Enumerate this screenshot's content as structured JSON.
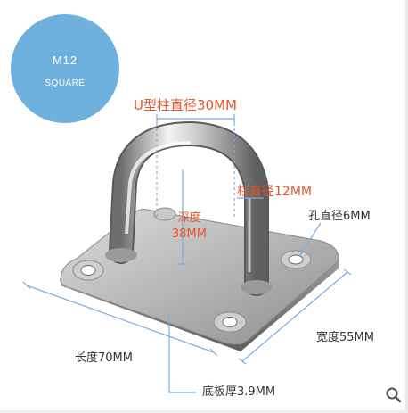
{
  "badge": {
    "size": "M12",
    "shape": "SQUARE",
    "color": "#6fb0df"
  },
  "labels": {
    "u_post_diameter": "U型柱直径30MM",
    "post_diameter": "柱直径12MM",
    "depth_line1": "深度",
    "depth_line2": "38MM",
    "hole_diameter": "孔直径6MM",
    "width": "宽度55MM",
    "length": "长度70MM",
    "base_thickness": "底板厚3.9MM"
  },
  "colors": {
    "annotation_orange": "#e8552d",
    "annotation_dark": "#333333",
    "dimension_line": "#7aaee0"
  },
  "icons": {
    "search": "magnifier-icon"
  }
}
